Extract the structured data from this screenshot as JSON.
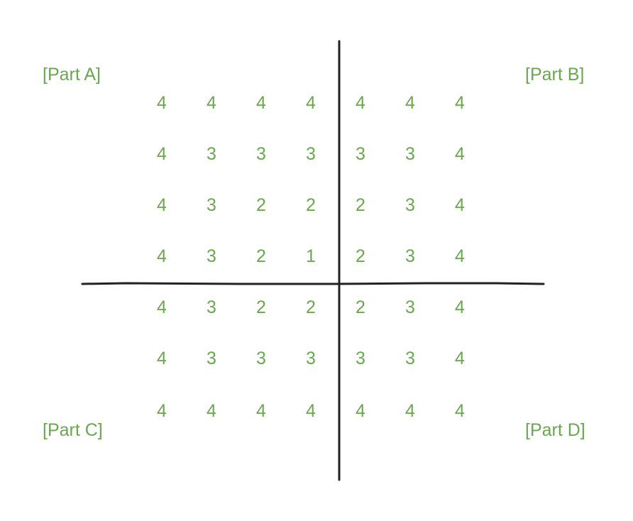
{
  "colors": {
    "text": "#6aa84f",
    "axis": "#222222",
    "background": "#ffffff"
  },
  "labels": {
    "part_a": "[Part A]",
    "part_b": "[Part B]",
    "part_c": "[Part C]",
    "part_d": "[Part D]"
  },
  "grid": [
    [
      "4",
      "4",
      "4",
      "4",
      "4",
      "4",
      "4"
    ],
    [
      "4",
      "3",
      "3",
      "3",
      "3",
      "3",
      "4"
    ],
    [
      "4",
      "3",
      "2",
      "2",
      "2",
      "3",
      "4"
    ],
    [
      "4",
      "3",
      "2",
      "1",
      "2",
      "3",
      "4"
    ],
    [
      "4",
      "3",
      "2",
      "2",
      "2",
      "3",
      "4"
    ],
    [
      "4",
      "3",
      "3",
      "3",
      "3",
      "3",
      "4"
    ],
    [
      "4",
      "4",
      "4",
      "4",
      "4",
      "4",
      "4"
    ]
  ]
}
